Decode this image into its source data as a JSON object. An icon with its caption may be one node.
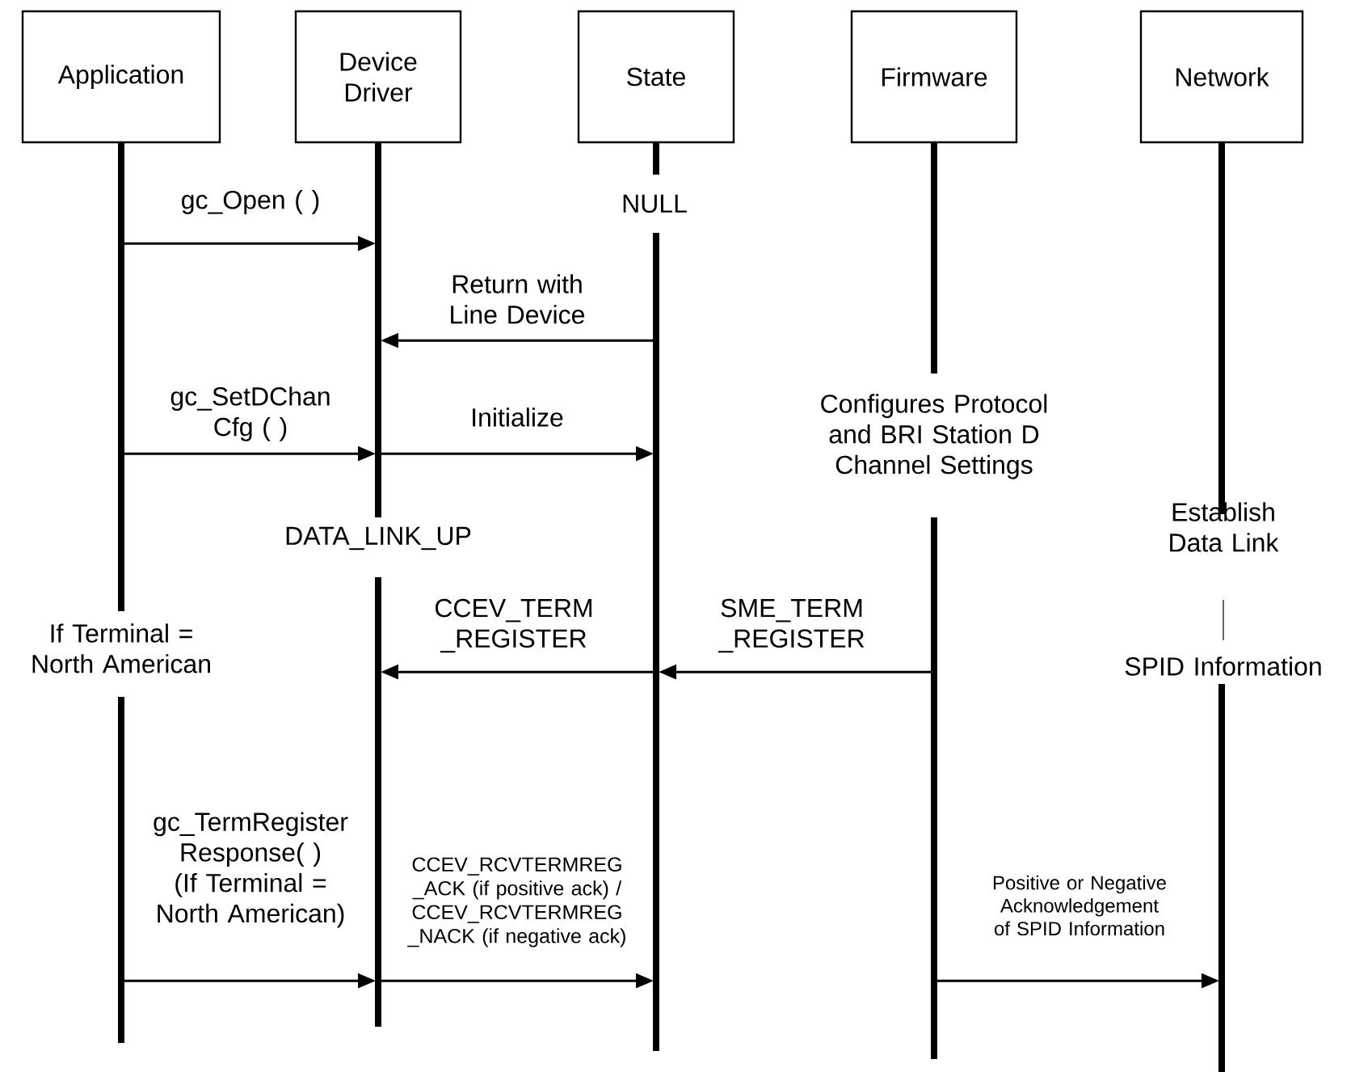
{
  "diagram": {
    "nodes": [
      {
        "text": [
          "Application",
          "If Terminal = North American"
        ]
      },
      {
        "text": [
          "Device Driver",
          "DATA_LINK_UP"
        ]
      },
      {
        "text": [
          "State",
          "NULL"
        ]
      },
      {
        "text": [
          "Firmware",
          "Configures Protocol and BRI Station D Channel Settings"
        ]
      },
      {
        "text": [
          "Network",
          "Establish Data Link",
          "SPID Information"
        ]
      }
    ],
    "edges": [
      {
        "from": 0,
        "to": 1,
        "arrow": "to",
        "label": "gc_Open ( )"
      },
      {
        "from": 2,
        "to": 1,
        "arrow": "to",
        "label": "Return with Line Device"
      },
      {
        "from": 0,
        "to": 1,
        "arrow": "to",
        "label": "gc_SetDChan Cfg ( )"
      },
      {
        "from": 1,
        "to": 2,
        "arrow": "to",
        "label": "Initialize"
      },
      {
        "from": 2,
        "to": 1,
        "arrow": "to",
        "label": "CCEV_TERM _REGISTER"
      },
      {
        "from": 3,
        "to": 2,
        "arrow": "to",
        "label": "SME_TERM _REGISTER"
      },
      {
        "from": 0,
        "to": 1,
        "arrow": "to",
        "label": "gc_TermRegister Response( ) (If Terminal = North American)"
      },
      {
        "from": 1,
        "to": 2,
        "arrow": "to",
        "label": "CCEV_RCVTERMREG _ACK (if positive ack) / CCEV_RCVTERMREG _NACK (if negative ack)"
      },
      {
        "from": 3,
        "to": 4,
        "arrow": "to",
        "label": "Positive or Negative Acknowledgement of SPID Information"
      }
    ]
  }
}
